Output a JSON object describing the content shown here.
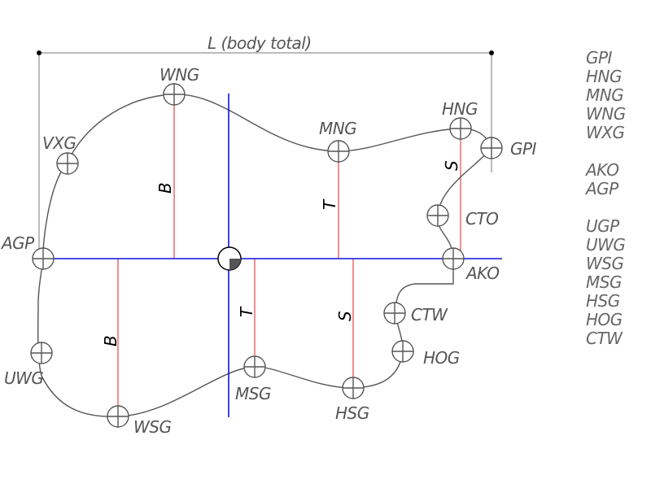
{
  "title": "L (body total)",
  "colors": {
    "outline": "#555555",
    "axis": "#0000dd",
    "measure": "#dd2222",
    "marker": "#555555"
  },
  "points": {
    "WNG": "WNG",
    "VXG": "VXG",
    "MNG": "MNG",
    "HNG": "HNG",
    "GPI": "GPI",
    "CTO": "CTO",
    "AGP": "AGP",
    "AKO": "AKO",
    "CTW": "CTW",
    "HOG": "HOG",
    "UWG": "UWG",
    "MSG": "MSG",
    "HSG": "HSG",
    "WSG": "WSG"
  },
  "dimensions": {
    "B_upper": "B",
    "T_upper": "T",
    "S_upper": "S",
    "B_lower": "B",
    "T_lower": "T",
    "S_lower": "S"
  },
  "legend": {
    "group1": [
      "GPI",
      "HNG",
      "MNG",
      "WNG",
      "WXG"
    ],
    "group2": [
      "AKO",
      "AGP"
    ],
    "group3": [
      "UGP",
      "UWG",
      "WSG",
      "MSG",
      "HSG",
      "HOG",
      "CTW"
    ]
  }
}
